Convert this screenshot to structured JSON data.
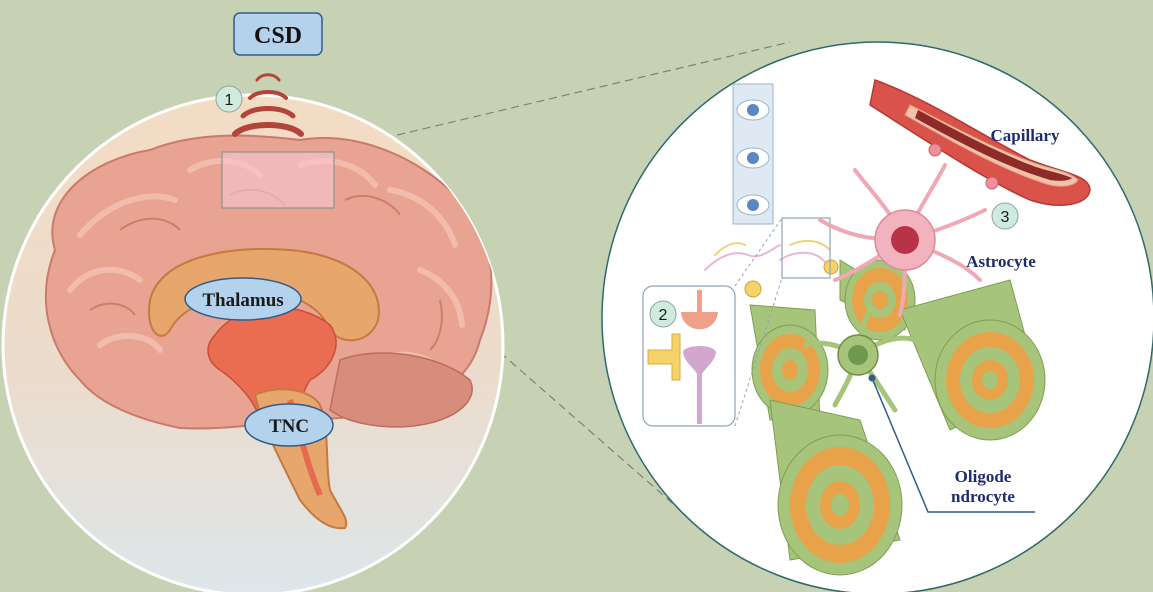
{
  "labels": {
    "csd": "CSD",
    "thalamus": "Thalamus",
    "tnc": "TNC",
    "capillary": "Capillary",
    "astrocyte": "Astrocyte",
    "oligo_line1": "Oligode",
    "oligo_line2": "ndrocyte"
  },
  "markers": {
    "m1": "1",
    "m2": "2",
    "m3": "3"
  },
  "colors": {
    "background": "#c6d2b3",
    "brain": "#e8a392",
    "label_box": "#b5d2ec",
    "label_border": "#2f5d8a",
    "cell_label": "#1f2c6b",
    "marker_fill": "#cfeadf",
    "myelin_green": "#a6c47a",
    "axon_orange": "#e8a24a",
    "capillary_red": "#d9534a",
    "astrocyte_pink": "#f0a8b4"
  }
}
